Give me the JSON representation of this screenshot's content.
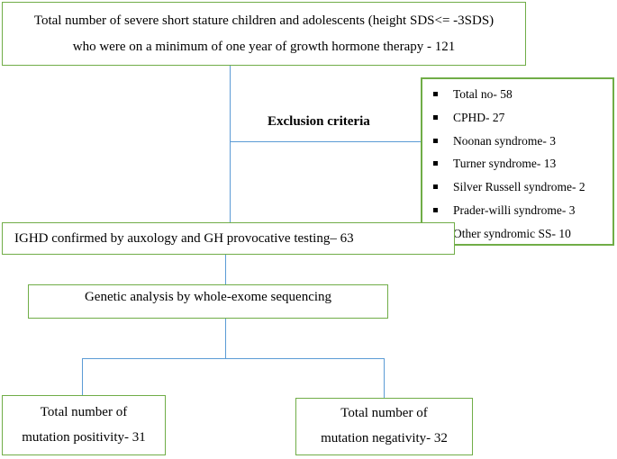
{
  "top_box": {
    "line1": "Total number of severe short stature children and adolescents (height SDS<= -3SDS)",
    "line2": "who were on a minimum of one year of growth hormone therapy - 121"
  },
  "exclusion": {
    "title": "Exclusion criteria",
    "items": [
      "Total no- 58",
      "CPHD- 27",
      "Noonan syndrome- 3",
      "Turner syndrome- 13",
      "Silver Russell syndrome- 2",
      "Prader-willi syndrome- 3",
      "Other syndromic SS- 10"
    ]
  },
  "ighd_box": {
    "text": "IGHD confirmed by auxology and GH provocative testing– 63"
  },
  "genetic_box": {
    "text": "Genetic analysis by whole-exome sequencing"
  },
  "positive_box": {
    "line1": "Total number of",
    "line2": "mutation positivity- 31"
  },
  "negative_box": {
    "line1": "Total number of",
    "line2": "mutation negativity- 32"
  },
  "colors": {
    "box_border": "#70ad47",
    "connector": "#5b9bd5"
  }
}
